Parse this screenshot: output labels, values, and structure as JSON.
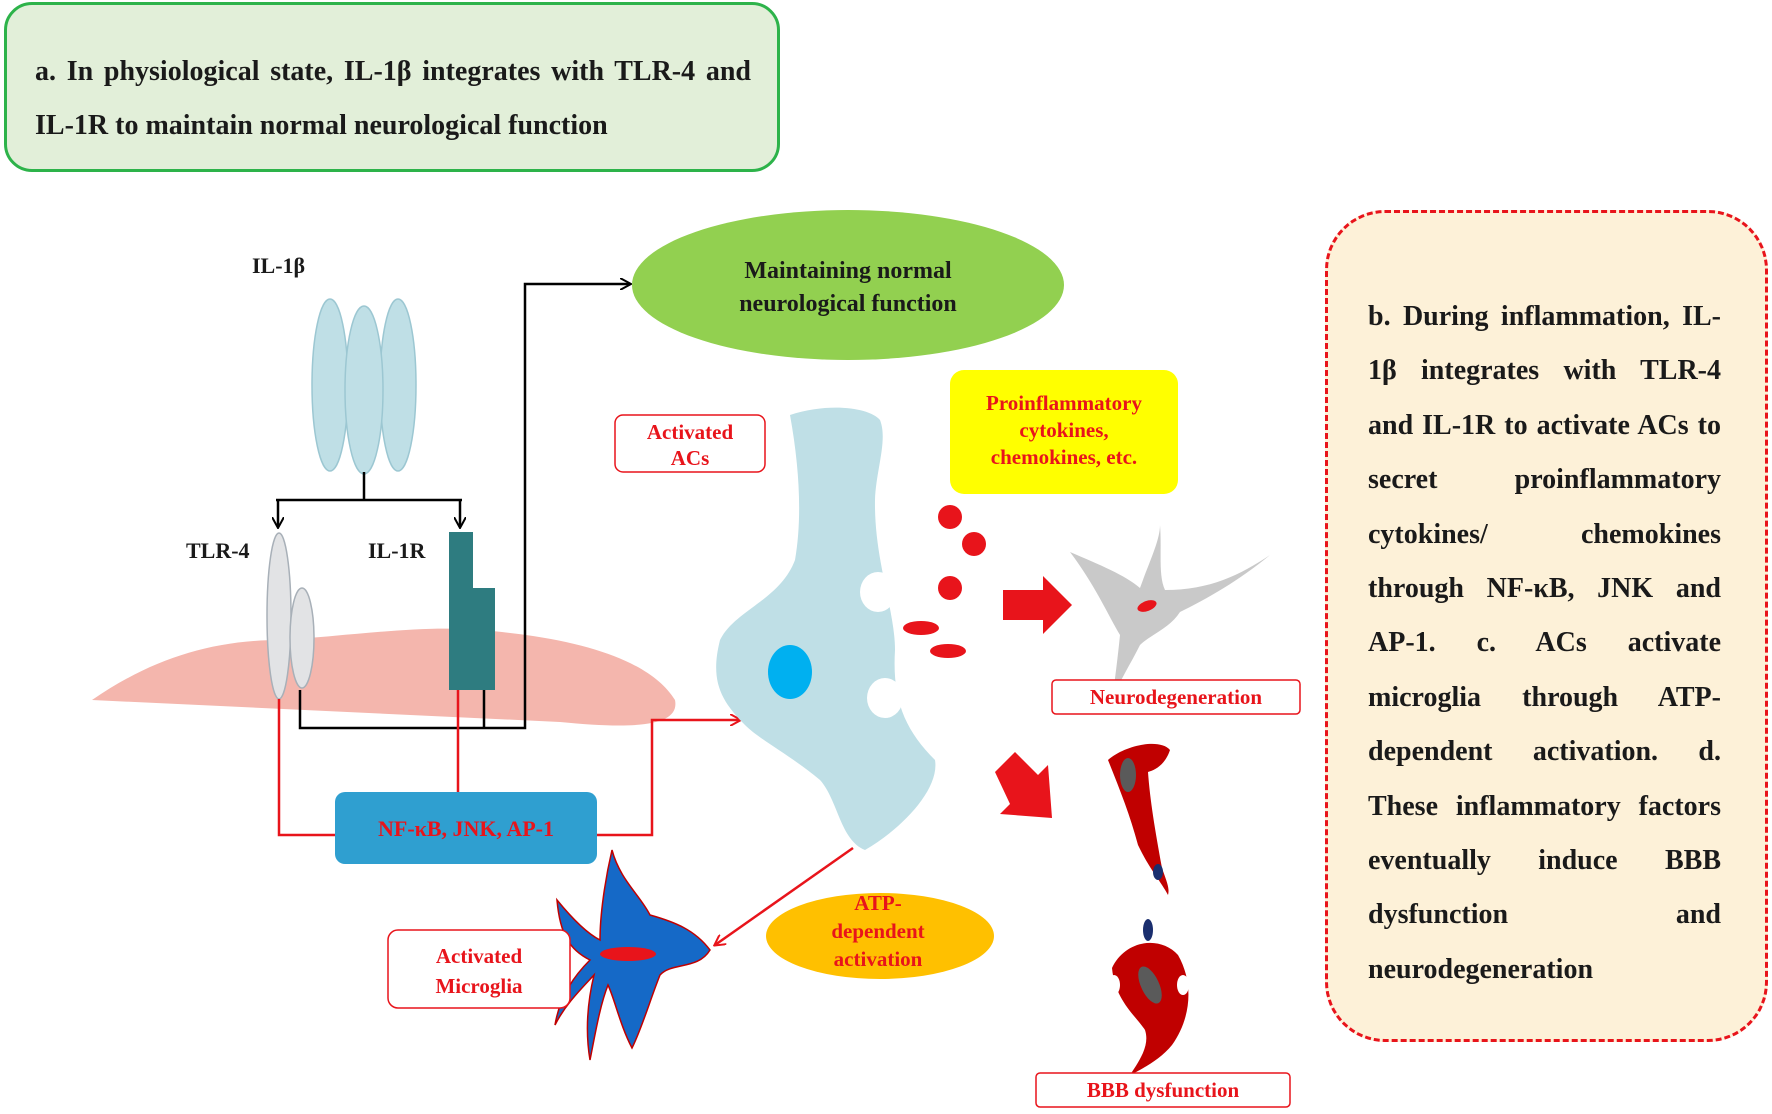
{
  "panel_a": {
    "text": "a. In physiological state, IL-1β integrates with TLR-4 and IL-1R to maintain normal neurological function"
  },
  "panel_b": {
    "text": "b. During inflammation, IL-1β integrates with TLR-4 and IL-1R to activate ACs to secret proinflammatory cytokines/ chemokines through NF-κB, JNK and AP-1. c. ACs activate microglia through ATP-dependent activation. d. These inflammatory factors eventually induce BBB dysfunction and neurodegeneration"
  },
  "labels": {
    "il1b": "IL-1β",
    "tlr4": "TLR-4",
    "il1r": "IL-1R",
    "maintaining_line1": "Maintaining normal",
    "maintaining_line2": "neurological function",
    "activated_acs_line1": "Activated",
    "activated_acs_line2": "ACs",
    "proinflam_line1": "Proinflammatory",
    "proinflam_line2": "cytokines,",
    "proinflam_line3": "chemokines, etc.",
    "nfkb": "NF-κB, JNK, AP-1",
    "neurodegeneration": "Neurodegeneration",
    "microglia_line1": "Activated",
    "microglia_line2": "Microglia",
    "atp_line1": "ATP-",
    "atp_line2": "dependent",
    "atp_line3": "activation",
    "bbb": "BBB dysfunction"
  },
  "colors": {
    "panel_a_fill": "#e2efd9",
    "panel_a_border": "#2db34a",
    "panel_b_fill": "#fdf1d8",
    "panel_b_border": "#e8141b",
    "red_text": "#e8141b",
    "green_ellipse": "#92d050",
    "yellow_box": "#ffff00",
    "nfkb_box": "#2f9fd0",
    "atp_ellipse": "#ffc000",
    "astrocyte": "#bfdfe6",
    "microglia": "#1569c7",
    "membrane": "#f4b6ad",
    "il1r": "#2e7c80",
    "endothelial": "#c00000"
  },
  "icons": [
    "astrocyte-cell-icon",
    "microglia-cell-icon",
    "neuron-cell-icon",
    "endothelial-cell-icon"
  ]
}
